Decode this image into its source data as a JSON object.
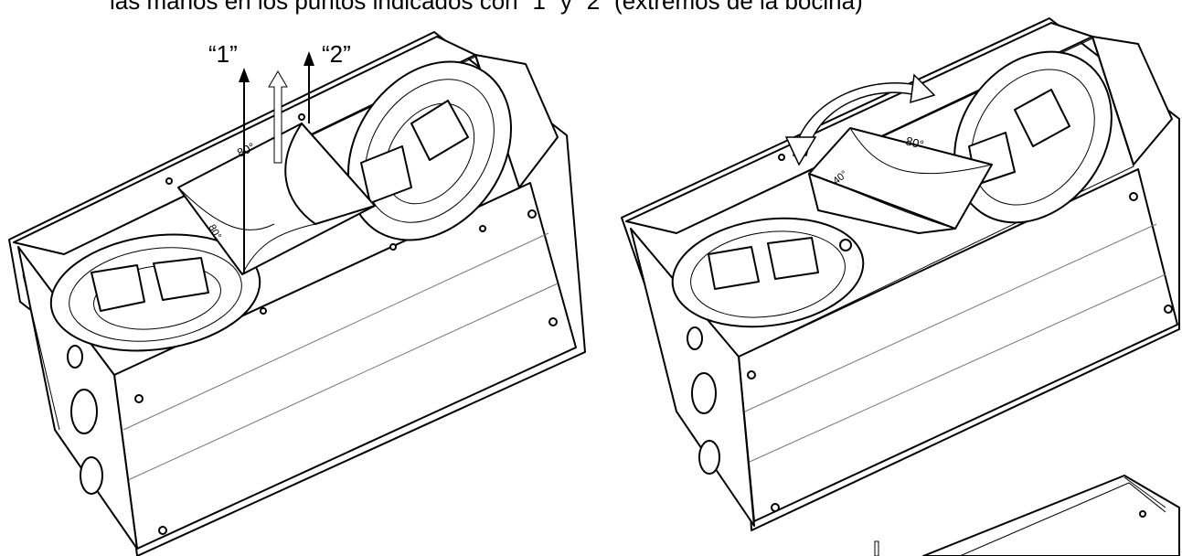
{
  "instruction_text": "las manos en los puntos indicados con “1” y “2” (extremos de la bocina)",
  "figure1": {
    "label_1": "“1”",
    "label_2": "“2”",
    "horn_marking": "80°",
    "horn_marking_side": "80°"
  },
  "figure2": {
    "horn_marking": "80°",
    "horn_marking_side": "40°"
  }
}
